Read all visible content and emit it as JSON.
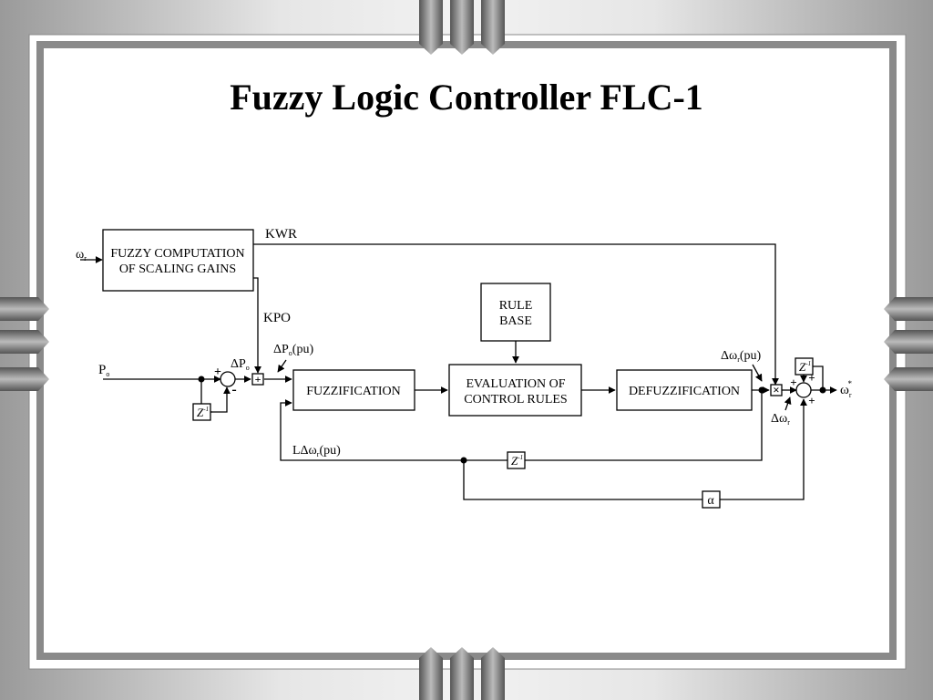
{
  "title": "Fuzzy Logic Controller FLC-1",
  "blocks": {
    "scaling_gains": [
      "FUZZY COMPUTATION",
      "OF SCALING GAINS"
    ],
    "rule_base": [
      "RULE",
      "BASE"
    ],
    "fuzzification": "FUZZIFICATION",
    "evaluation": [
      "EVALUATION  OF",
      "CONTROL  RULES"
    ],
    "defuzzification": "DEFUZZIFICATION"
  },
  "signals": {
    "omega_r_in": "ω",
    "omega_r_in_sub": "r",
    "kwr": "KWR",
    "kpo": "KPO",
    "po": "P",
    "po_sub": "o",
    "delta_po": "ΔP",
    "delta_po_sub": "o",
    "delta_po_pu": "ΔP",
    "delta_po_pu_sub": "o",
    "delta_po_pu_tail": "(pu)",
    "delta_omega_pu": "Δω",
    "delta_omega_pu_sub": "r",
    "delta_omega_pu_tail": "(pu)",
    "delta_omega_r": "Δω",
    "delta_omega_r_sub": "r",
    "l_delta_omega": "LΔω",
    "l_delta_omega_sub": "r",
    "l_delta_omega_tail": "(pu)",
    "omega_r_out": "ω",
    "omega_r_out_sub": "r",
    "omega_r_out_sup": "*",
    "alpha": "α",
    "delay": "Z",
    "delay_sup": "-1",
    "plus": "+",
    "minus": "-",
    "sum_plus": "+",
    "mult": "×"
  }
}
